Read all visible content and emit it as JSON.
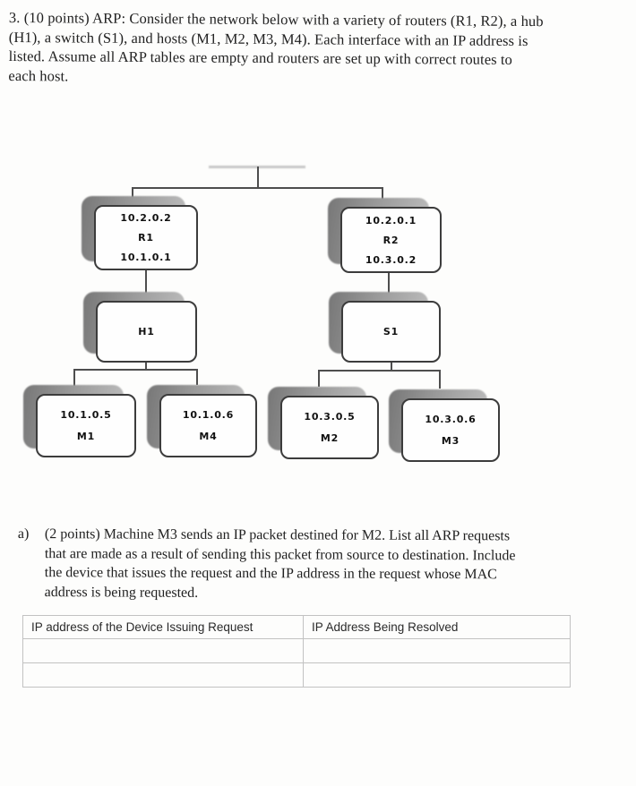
{
  "question": {
    "number": "3.",
    "points": "(10 points)",
    "lines": [
      "3. (10 points) ARP: Consider the network below with a variety of routers (R1, R2), a hub",
      "(H1), a switch (S1), and hosts (M1, M2, M3, M4). Each interface with an IP address is",
      "listed. Assume all ARP tables are empty and routers are set up with correct routes to",
      "each host."
    ]
  },
  "diagram": {
    "nodes": {
      "r1": {
        "lines": [
          "10.2.0.2",
          "R1",
          "10.1.0.1"
        ]
      },
      "r2": {
        "lines": [
          "10.2.0.1",
          "R2",
          "10.3.0.2"
        ]
      },
      "h1": {
        "label": "H1"
      },
      "s1": {
        "label": "S1"
      },
      "m1": {
        "ip": "10.1.0.5",
        "name": "M1"
      },
      "m4": {
        "ip": "10.1.0.6",
        "name": "M4"
      },
      "m2": {
        "ip": "10.3.0.5",
        "name": "M2"
      },
      "m3": {
        "ip": "10.3.0.6",
        "name": "M3"
      }
    }
  },
  "part_a": {
    "label": "a)",
    "lines": [
      "(2 points) Machine M3 sends an IP packet destined for M2. List all ARP requests",
      "that are made as a result of sending this packet from source to destination. Include",
      "the device that issues the request and the IP address in the request whose MAC",
      "address is being requested."
    ]
  },
  "table": {
    "headers": [
      "IP address of the Device Issuing Request",
      "IP Address Being Resolved"
    ],
    "rows": [
      [
        "",
        ""
      ],
      [
        "",
        ""
      ]
    ]
  },
  "colors": {
    "ink": "#212121",
    "diagram_line": "#4e4e4e",
    "box_border": "#3c3c3c",
    "box_shadow": "#8f8f8f",
    "table_line": "#c2c2c2",
    "paper": "#fdfdfc"
  }
}
